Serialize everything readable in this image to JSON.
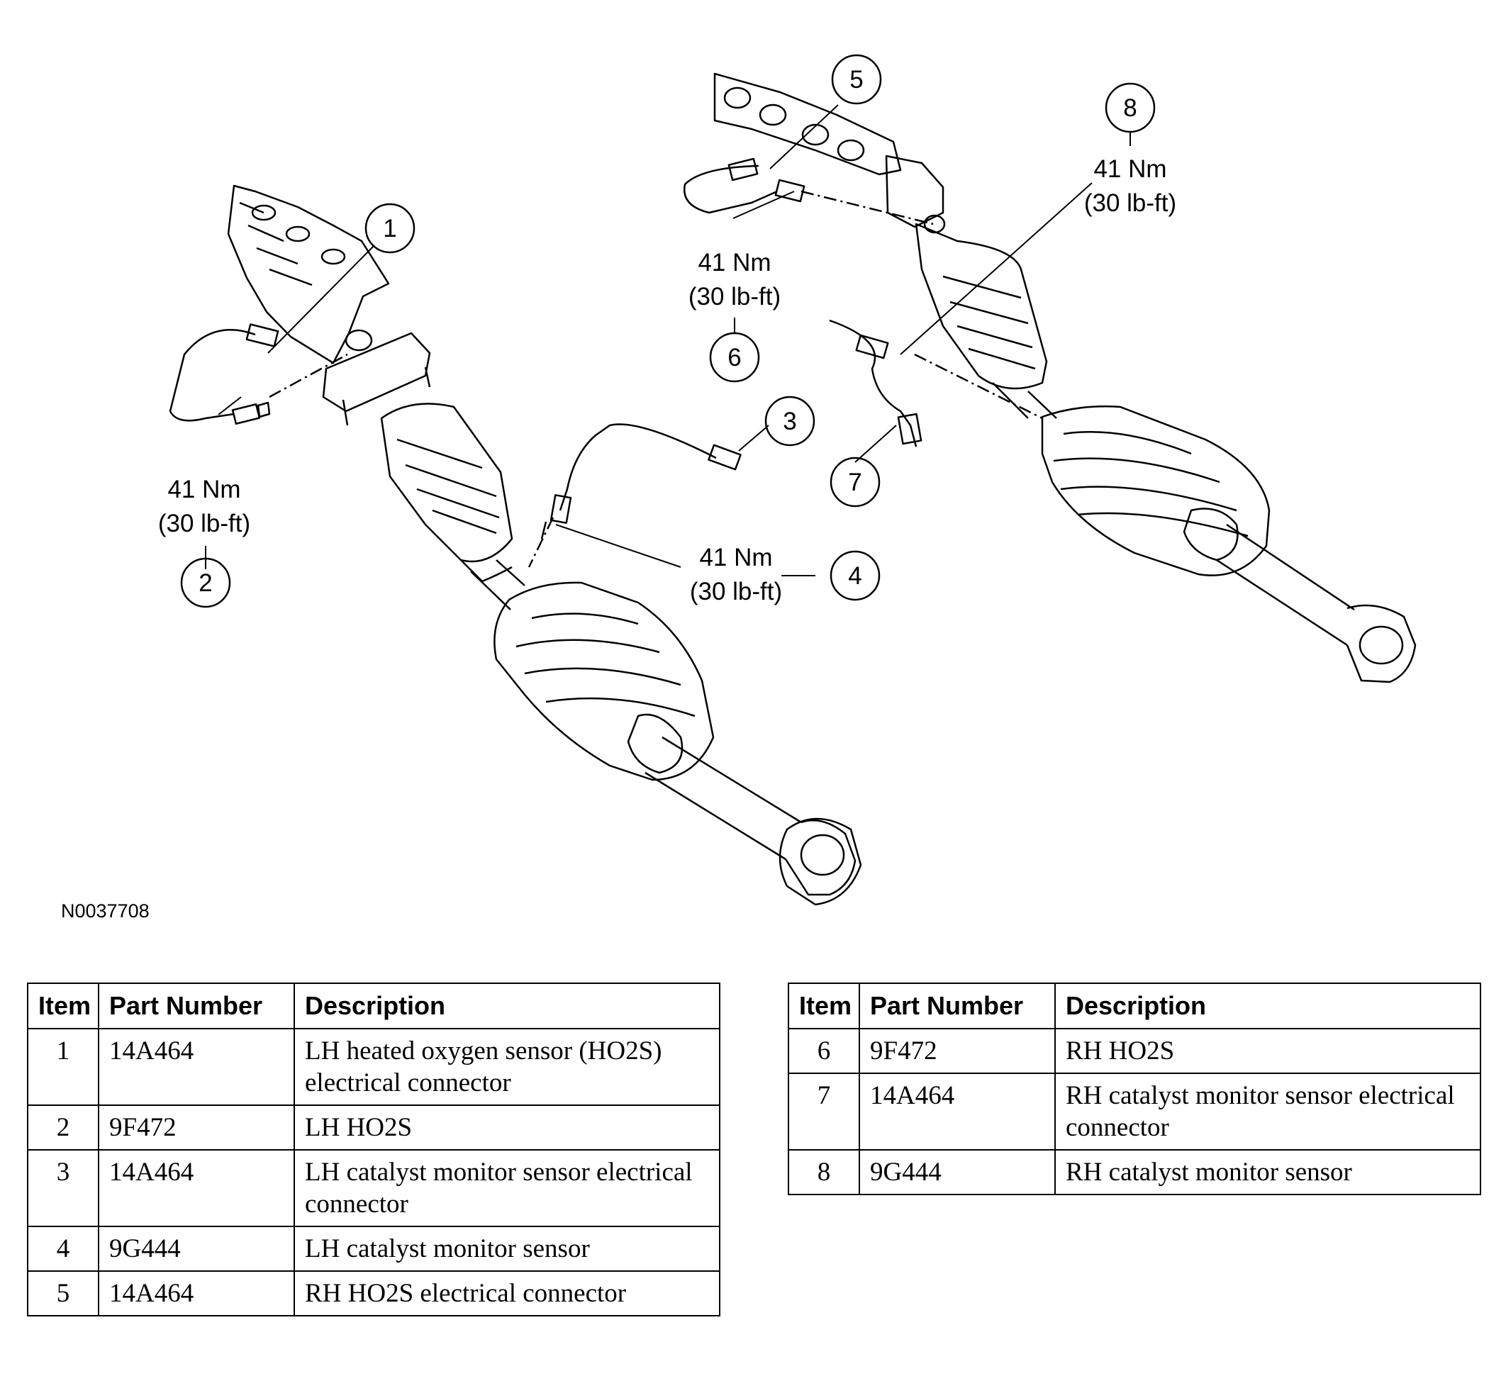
{
  "figure_id": "N0037708",
  "callouts": [
    "1",
    "2",
    "3",
    "4",
    "5",
    "6",
    "7",
    "8"
  ],
  "torque_labels": {
    "t2": {
      "nm": "41 Nm",
      "lbft": "(30 lb-ft)"
    },
    "t4": {
      "nm": "41 Nm",
      "lbft": "(30 lb-ft)"
    },
    "t6": {
      "nm": "41 Nm",
      "lbft": "(30 lb-ft)"
    },
    "t8": {
      "nm": "41 Nm",
      "lbft": "(30 lb-ft)"
    }
  },
  "table_headers": {
    "item": "Item",
    "part_number": "Part Number",
    "description": "Description"
  },
  "table_left": [
    {
      "item": "1",
      "part": "14A464",
      "desc": "LH heated oxygen sensor (HO2S) electrical connector"
    },
    {
      "item": "2",
      "part": "9F472",
      "desc": "LH HO2S"
    },
    {
      "item": "3",
      "part": "14A464",
      "desc": "LH catalyst monitor sensor electrical connector"
    },
    {
      "item": "4",
      "part": "9G444",
      "desc": "LH catalyst monitor sensor"
    },
    {
      "item": "5",
      "part": "14A464",
      "desc": "RH HO2S electrical connector"
    }
  ],
  "table_right": [
    {
      "item": "6",
      "part": "9F472",
      "desc": "RH HO2S"
    },
    {
      "item": "7",
      "part": "14A464",
      "desc": "RH catalyst monitor sensor electrical connector"
    },
    {
      "item": "8",
      "part": "9G444",
      "desc": "RH catalyst monitor sensor"
    }
  ]
}
